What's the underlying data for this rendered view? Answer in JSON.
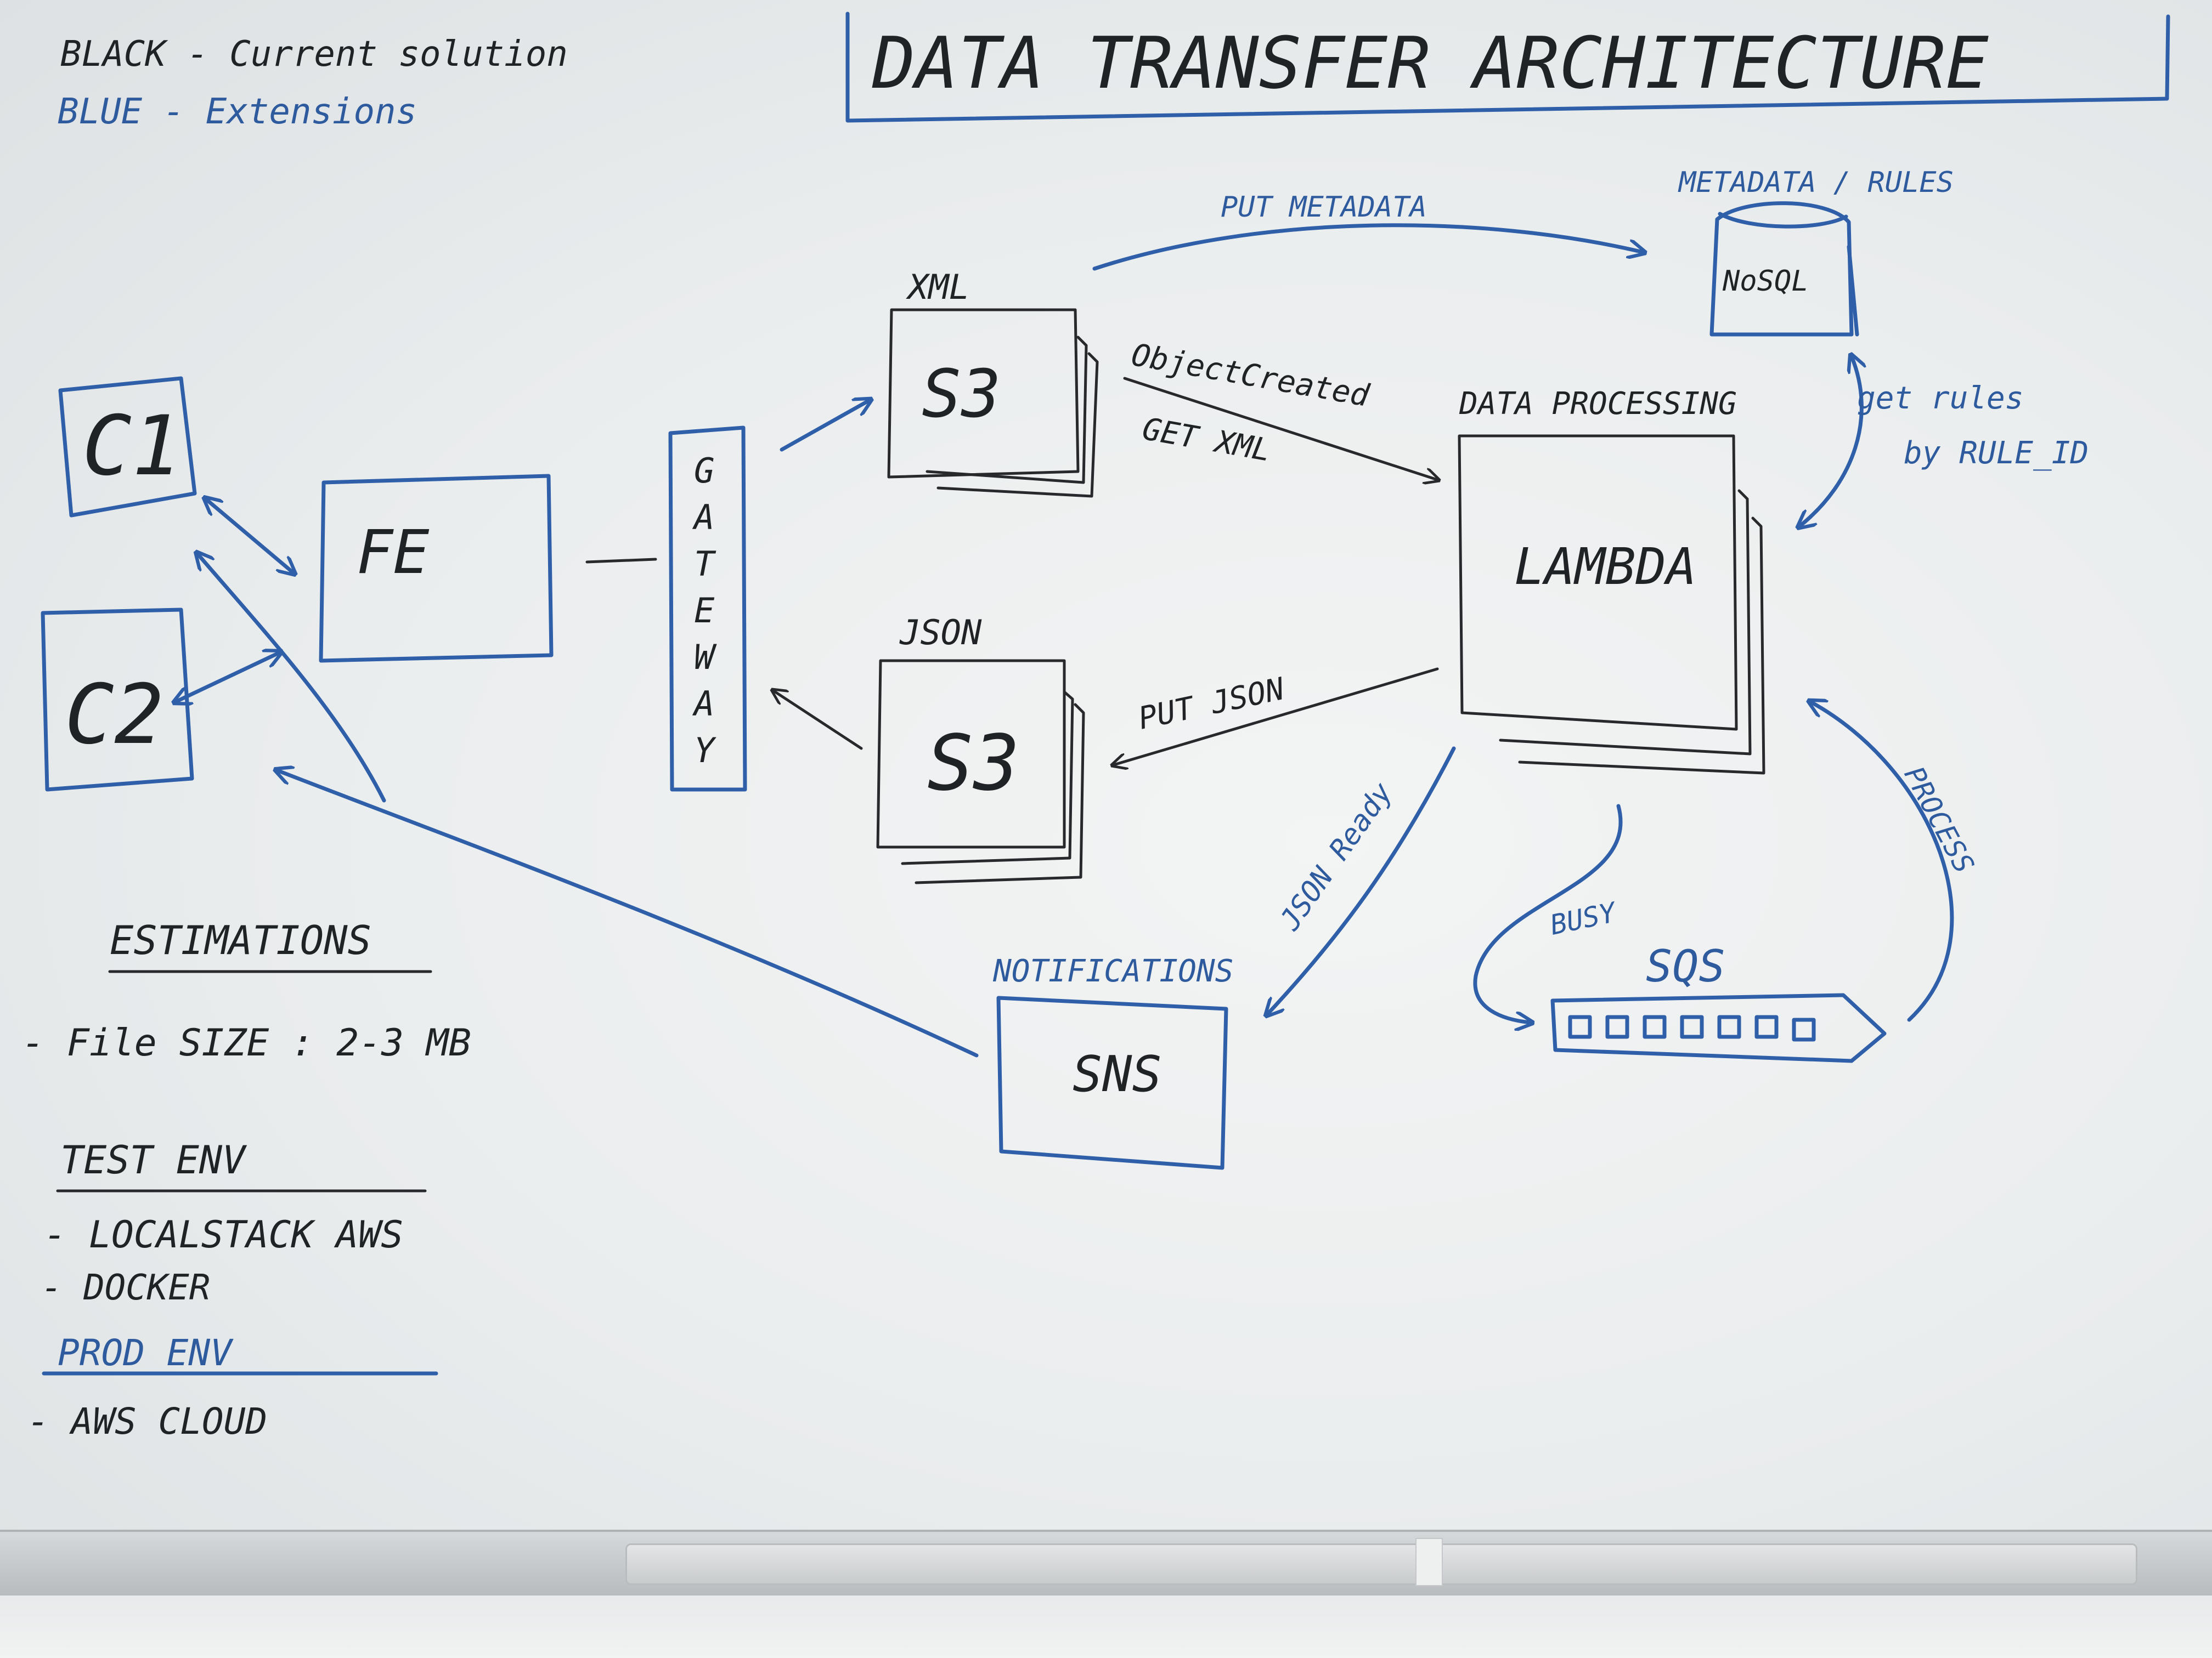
{
  "title": "DATA TRANSFER ARCHITECTURE",
  "legend": {
    "black": "BLACK - Current solution",
    "blue": "BLUE - Extensions"
  },
  "nodes": {
    "c1": "C1",
    "c2": "C2",
    "fe": "FE",
    "gateway": [
      "G",
      "A",
      "T",
      "E",
      "W",
      "A",
      "Y"
    ],
    "s3_xml_label": "XML",
    "s3_xml": "S3",
    "s3_json_label": "JSON",
    "s3_json": "S3",
    "lambda_label": "DATA PROCESSING",
    "lambda": "LAMBDA",
    "nosql_label": "METADATA / RULES",
    "nosql": "NoSQL",
    "sns_label": "NOTIFICATIONS",
    "sns": "SNS",
    "sqs": "SQS"
  },
  "edges": {
    "put_metadata": "PUT METADATA",
    "object_created": "ObjectCreated",
    "get_xml": "GET XML",
    "put_json": "PUT JSON",
    "get_rules": "get rules",
    "by_rule_id": "by RULE_ID",
    "json_ready": "JSON Ready",
    "busy": "BUSY",
    "process": "PROCESS"
  },
  "notes": {
    "estimations_heading": "ESTIMATIONS",
    "file_size": "- File SIZE :  2-3 MB",
    "test_env_heading": "TEST ENV",
    "localstack": "- LOCALSTACK AWS",
    "docker": "- DOCKER",
    "prod_env_heading": "PROD ENV",
    "aws_cloud": "- AWS CLOUD"
  },
  "colors": {
    "black_ink": "#202326",
    "blue_ink": "#2e5a9e",
    "board": "#eceeee"
  }
}
